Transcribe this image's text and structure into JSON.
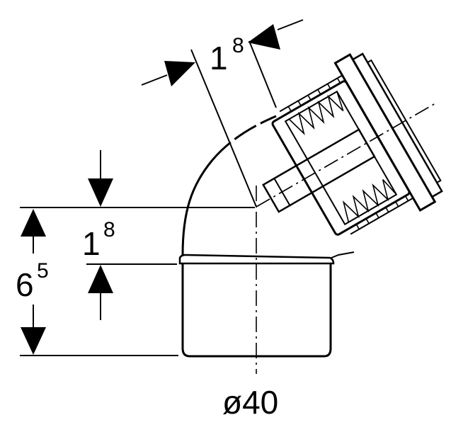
{
  "dimensions": {
    "top_offset": {
      "base": "1",
      "sup": "8"
    },
    "socket_depth": {
      "base": "1",
      "sup": "8"
    },
    "total_height": {
      "base": "6",
      "sup": "5"
    },
    "diameter": {
      "text": "ø40"
    }
  },
  "colors": {
    "line": "#000000",
    "background": "#ffffff"
  }
}
